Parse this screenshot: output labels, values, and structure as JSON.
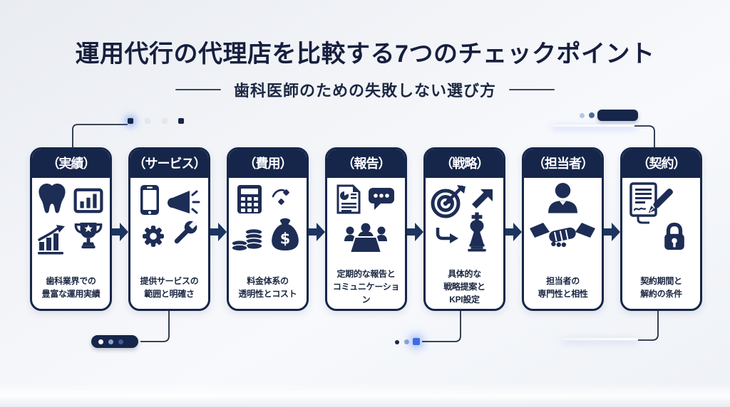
{
  "title": "運用代行の代理店を比較する7つのチェックポイント",
  "subtitle": "歯科医師のための失敗しない選び方",
  "colors": {
    "navy_header": "#16264a",
    "icon_navy": "#1d2d55",
    "text_navy": "#1a2742",
    "background": "#f2f4f8",
    "accent_glow_blue": "#3e6de0",
    "light_blue": "#8fa6cf",
    "white": "#ffffff"
  },
  "cards": [
    {
      "header": "（実績）",
      "caption": "歯科業界での\n豊富な運用実績",
      "icons": [
        "tooth",
        "framed-bar-chart",
        "growth-chart",
        "trophy"
      ]
    },
    {
      "header": "（サービス）",
      "caption": "提供サービスの\n範囲と明確さ",
      "icons": [
        "smartphone",
        "megaphone",
        "gear",
        "wrench"
      ]
    },
    {
      "header": "（費用）",
      "caption": "料金体系の\n透明性とコスト",
      "icons": [
        "calculator",
        "coin-sparkle",
        "coin-stack",
        "money-bag"
      ]
    },
    {
      "header": "（報告）",
      "caption": "定期的な報告と\nコミュニケーション",
      "icons": [
        "report-document",
        "chat-bubble",
        "meeting-people"
      ]
    },
    {
      "header": "（戦略）",
      "caption": "具体的な\n戦略提案と\nKPI設定",
      "icons": [
        "target-arrow",
        "up-arrow",
        "turn-arrow",
        "chess-king"
      ]
    },
    {
      "header": "（担当者）",
      "caption": "担当者の\n専門性と相性",
      "icons": [
        "person",
        "handshake"
      ]
    },
    {
      "header": "（契約）",
      "caption": "契約期間と\n解約の条件",
      "icons": [
        "contract-pen",
        "lock"
      ]
    }
  ]
}
